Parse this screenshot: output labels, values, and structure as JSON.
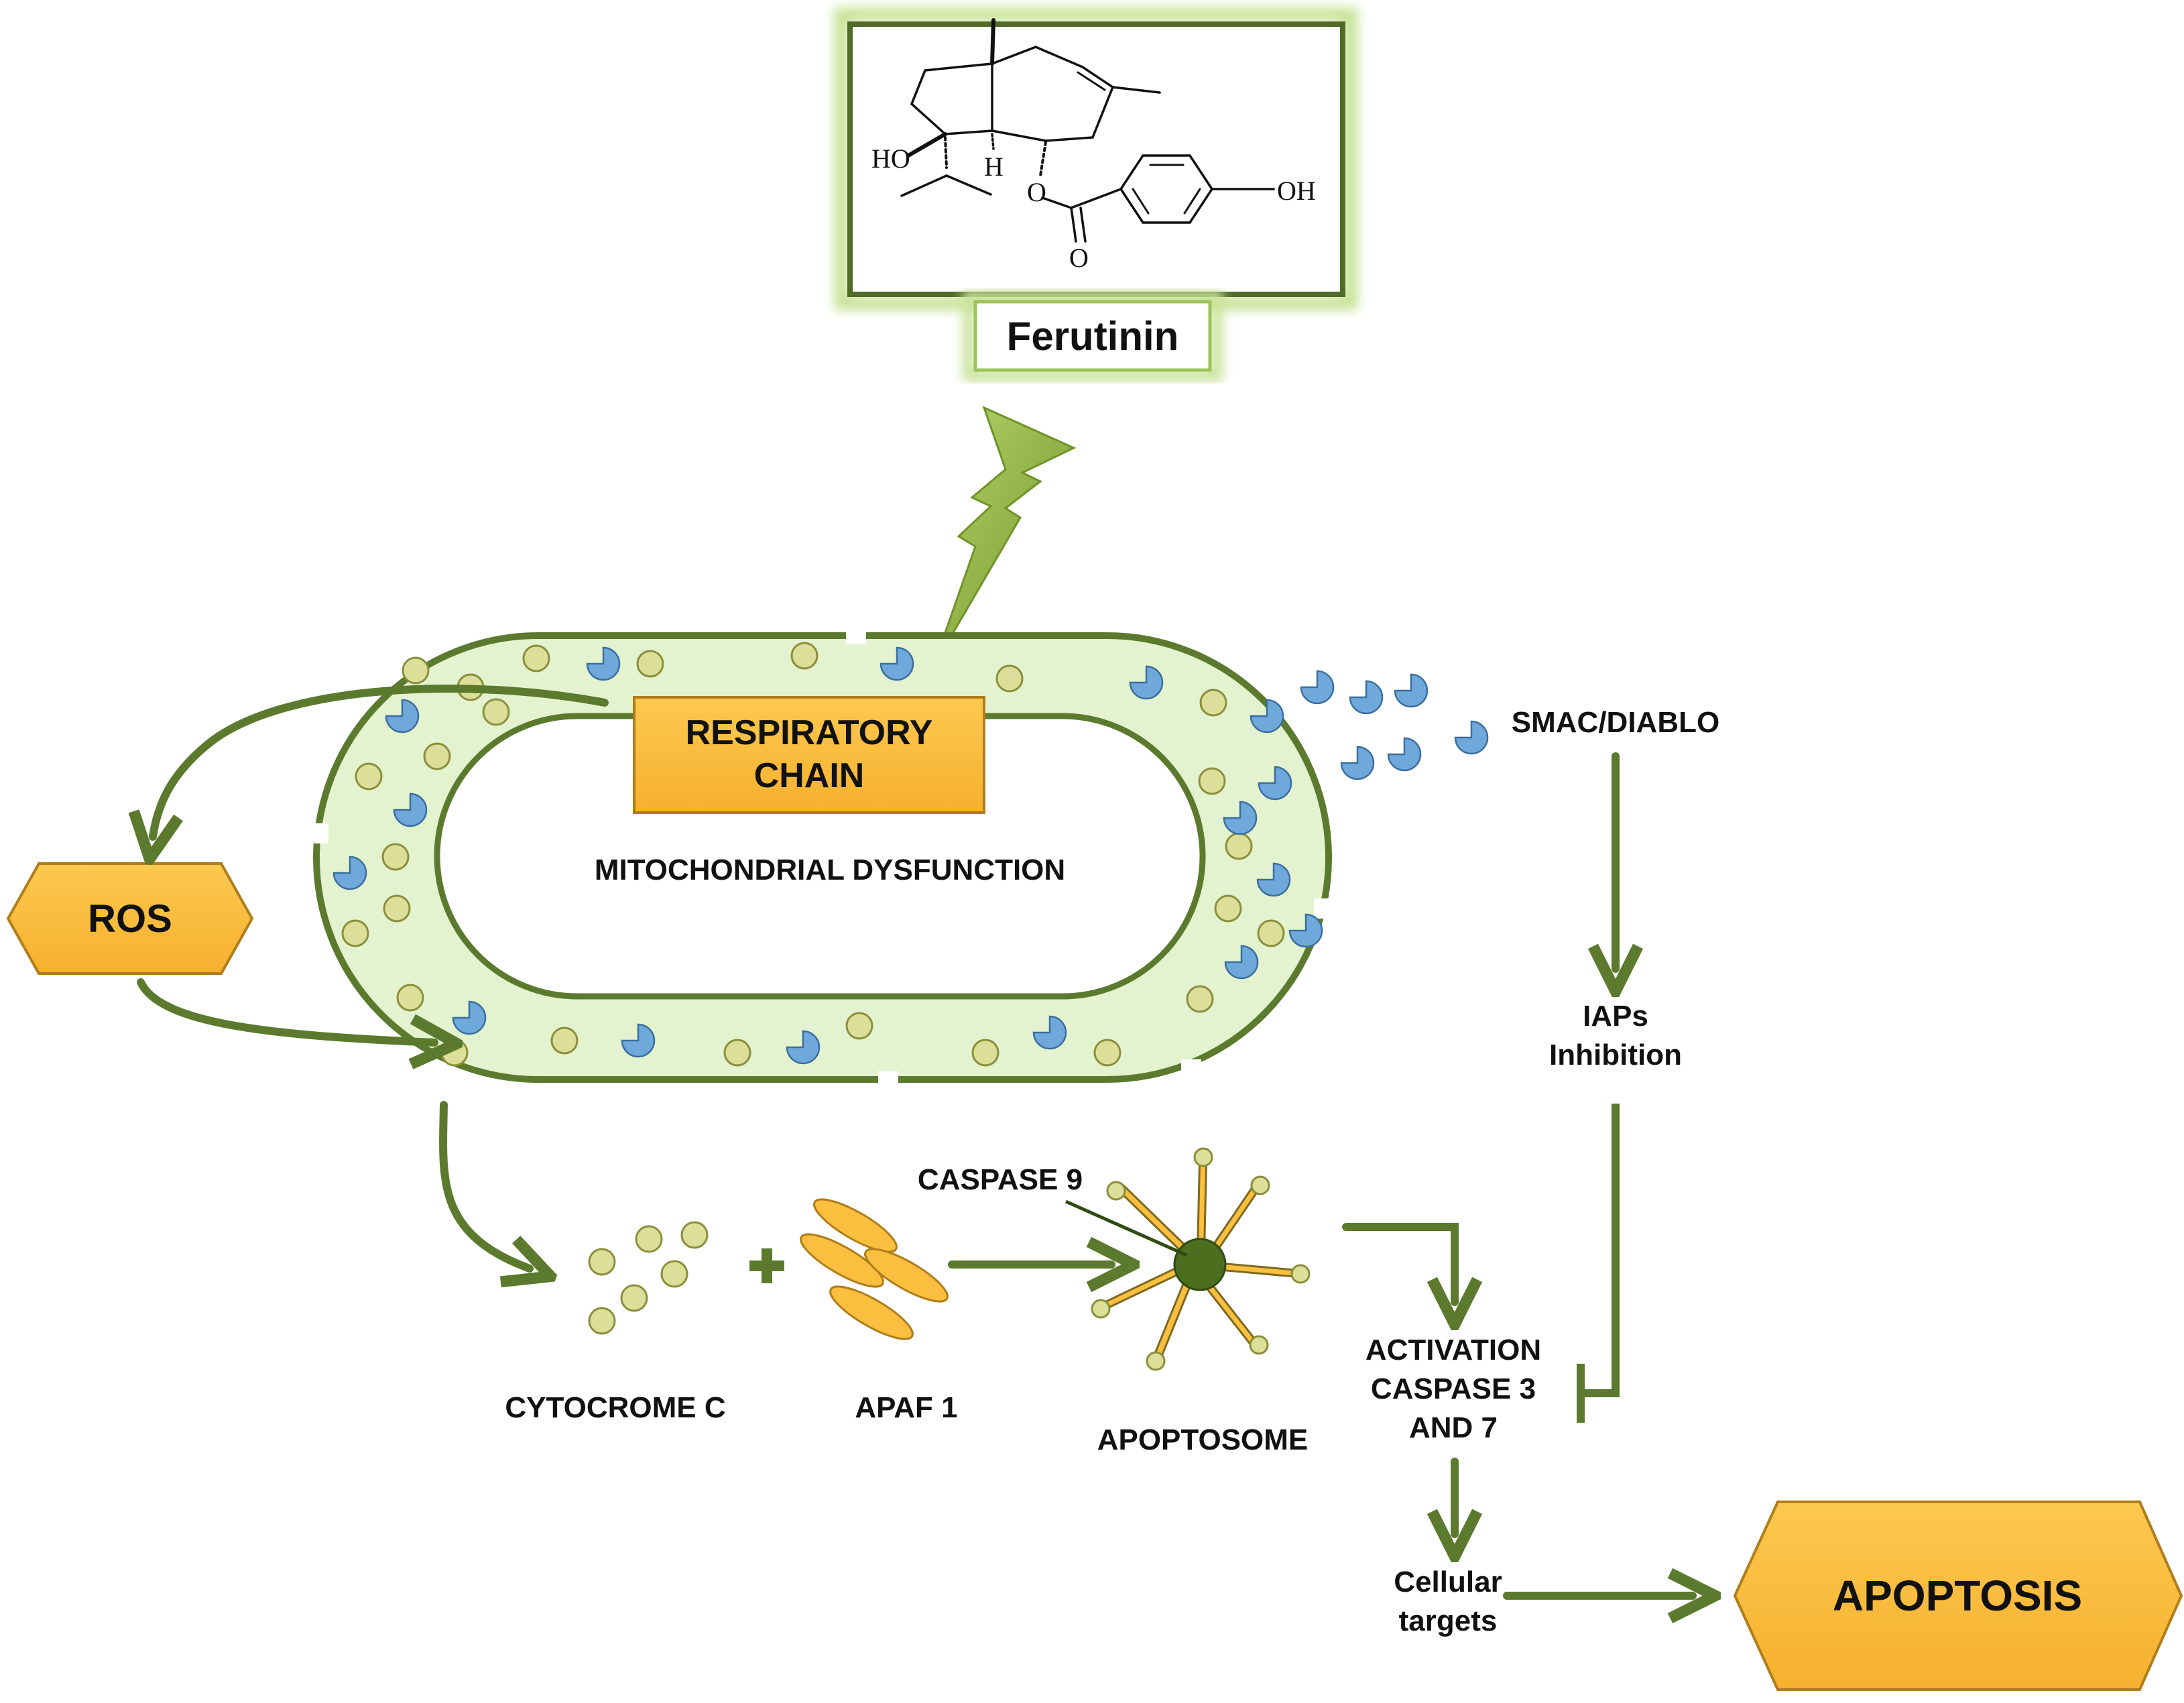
{
  "compound": {
    "name": "Ferutinin",
    "atoms": {
      "ho": "HO",
      "h": "H",
      "o_ester": "O",
      "o_carbonyl": "O",
      "oh": "OH"
    }
  },
  "labels": {
    "respiratory_chain_line1": "RESPIRATORY",
    "respiratory_chain_line2": "CHAIN",
    "mitochondrial_dysfunction": "MITOCHONDRIAL DYSFUNCTION",
    "ros": "ROS",
    "smac_diablo": "SMAC/DIABLO",
    "iaps_line1": "IAPs",
    "iaps_line2": "Inhibition",
    "caspase9": "CASPASE 9",
    "cytochrome_c": "CYTOCROME C",
    "apaf1": "APAF 1",
    "apoptosome": "APOPTOSOME",
    "activation_line1": "ACTIVATION",
    "activation_line2": "CASPASE 3",
    "activation_line3": "AND 7",
    "cellular_line1": "Cellular",
    "cellular_line2": "targets",
    "apoptosis": "APOPTOSIS"
  },
  "colors": {
    "arrow_green": "#5b7a2e",
    "membrane_fill": "#e4f3cf",
    "membrane_stroke": "#5b7a2e",
    "orange_box": "#fbbf3f",
    "orange_stroke": "#b07d1a",
    "yellow_dot": "#dcdf9a",
    "blue_pacman": "#6fa9dc",
    "bolt_green": "#8bb23a"
  }
}
